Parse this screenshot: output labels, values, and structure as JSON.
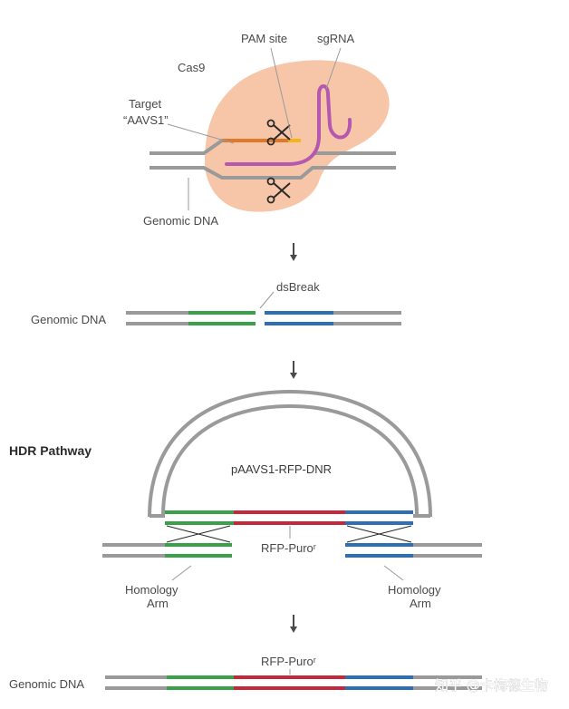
{
  "step1": {
    "pam_label": "PAM site",
    "sgrna_label": "sgRNA",
    "cas9_label": "Cas9",
    "target_label_1": "Target",
    "target_label_2": "“AAVS1”",
    "genomic_label": "Genomic DNA"
  },
  "step2": {
    "dsbreak_label": "dsBreak",
    "genomic_label": "Genomic DNA"
  },
  "step3": {
    "pathway_label": "HDR Pathway",
    "donor_label": "pAAVS1-RFP-DNR",
    "insert_label": "RFP-Puroʳ",
    "left_arm_1": "Homology",
    "left_arm_2": "Arm",
    "right_arm_1": "Homology",
    "right_arm_2": "Arm"
  },
  "step4": {
    "insert_label": "RFP-Puroʳ",
    "genomic_label": "Genomic DNA"
  },
  "watermark": {
    "text": "知乎 @卡梅德生物"
  },
  "colors": {
    "dna": "#9a9a9a",
    "cas9": "#f7c6a8",
    "target": "#e07a2a",
    "pam": "#f2b51c",
    "sgrna": "#b458b0",
    "homology_left": "#3aa14a",
    "homology_right": "#2f6fb6",
    "insert": "#c4283a"
  },
  "icons": [
    "scissors-icon",
    "down-arrow-icon"
  ]
}
